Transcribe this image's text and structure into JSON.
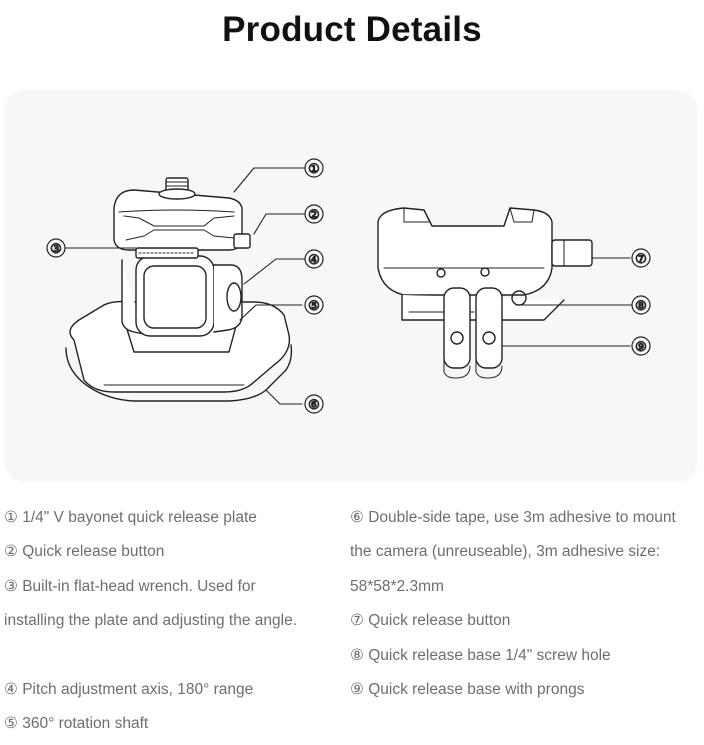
{
  "page_title": "Product Details",
  "callout_numbers": [
    "①",
    "②",
    "③",
    "④",
    "⑤",
    "⑥",
    "⑦",
    "⑧",
    "⑨"
  ],
  "descriptions_left": [
    "① 1/4\" V bayonet quick release plate",
    "② Quick release button",
    "③ Built-in flat-head wrench. Used for",
    "installing the plate and adjusting the angle.",
    "④ Pitch adjustment axis, 180° range",
    "⑤ 360° rotation shaft"
  ],
  "descriptions_right": [
    "⑥ Double-side tape, use 3m adhesive to mount",
    "the camera (unreuseable), 3m adhesive size:",
    "58*58*2.3mm",
    "⑦ Quick release button",
    "⑧ Quick release base 1/4\" screw hole",
    "⑨ Quick release base with prongs"
  ],
  "colors": {
    "panel_bg": "#f6f7f9",
    "line": "#222222",
    "text": "#6e6e6e"
  }
}
